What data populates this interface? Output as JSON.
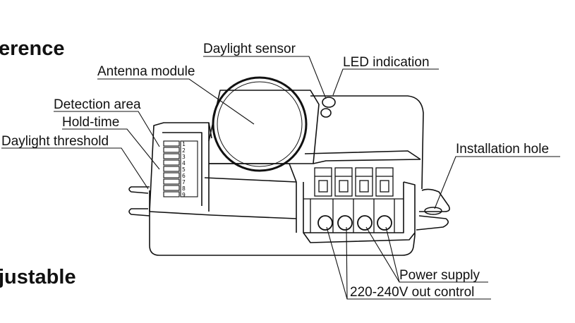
{
  "headings": {
    "top": "erence",
    "bottom": "justable"
  },
  "labels": {
    "daylight_sensor": "Daylight sensor",
    "led_indication": "LED indication",
    "antenna_module": "Antenna module",
    "detection_area": "Detection area",
    "hold_time": "Hold-time",
    "daylight_threshold": "Daylight threshold",
    "installation_hole": "Installation hole",
    "power_supply": "Power supply",
    "out_control": "220-240V out control"
  },
  "dip_digits": [
    "1",
    "2",
    "3",
    "4",
    "5",
    "6",
    "7",
    "8",
    "9"
  ]
}
